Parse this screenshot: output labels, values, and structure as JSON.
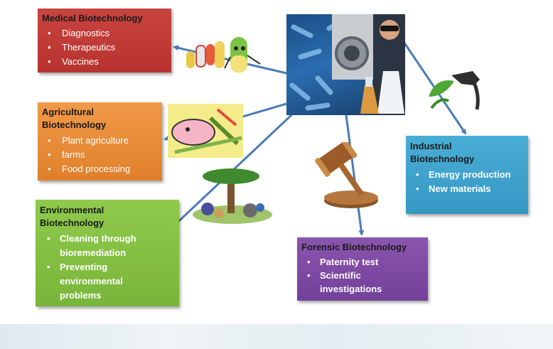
{
  "medical": {
    "title": "Medical Biotechnology",
    "items": [
      "Diagnostics",
      "Therapeutics",
      "Vaccines"
    ]
  },
  "agricultural": {
    "title_line1": "Agricultural",
    "title_line2": "Biotechnology",
    "items": [
      "Plant agriculture",
      "farms",
      "Food processing"
    ]
  },
  "environmental": {
    "title_line1": "Environmental",
    "title_line2": "Biotechnology",
    "items": [
      [
        "Cleaning through",
        "bioremediation"
      ],
      [
        "Preventing",
        "environmental",
        "problems"
      ]
    ]
  },
  "industrial": {
    "title_line1": "Industrial",
    "title_line2": "Biotechnology",
    "items": [
      "Energy production",
      "New materials"
    ]
  },
  "forensic": {
    "title": "Forensic Biotechnology",
    "items": [
      [
        "Paternity test"
      ],
      [
        "Scientific",
        "investigations"
      ]
    ]
  },
  "colors": {
    "medical": "#c0392b",
    "agricultural": "#e8892f",
    "environmental": "#82bf43",
    "industrial": "#3fa6d0",
    "forensic": "#7e4aa3",
    "arrow": "#4a7bb5"
  },
  "pictures": {
    "center": "biotech-lab-collage",
    "medical": "pill-characters",
    "agricultural": "farm-cartoon",
    "environmental": "tree-and-waste",
    "industrial": "fuel-nozzle-leaf",
    "forensic": "judge-gavel"
  }
}
